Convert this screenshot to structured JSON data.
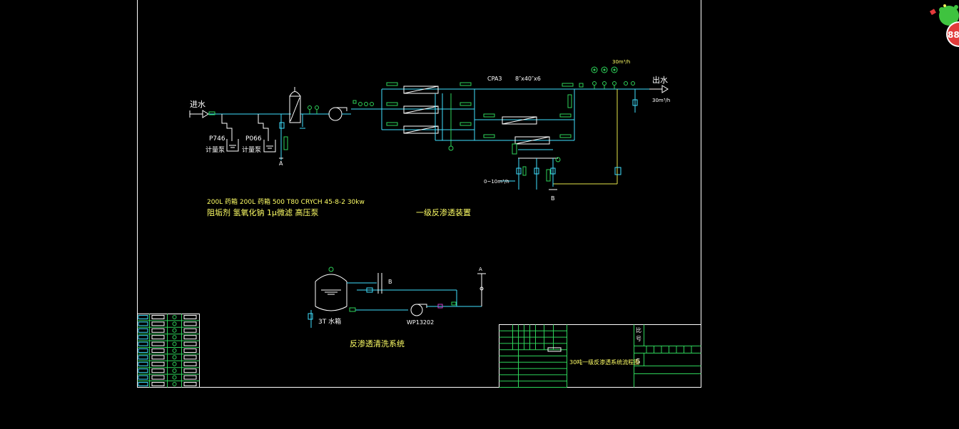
{
  "labels": {
    "inlet": "进水",
    "outlet": "出水",
    "outlet_flow": "30m³/h",
    "top_flow": "30m³/h",
    "cpa": "CPA3",
    "vessel_spec": "8″x40″x6",
    "p746": "P746",
    "p066": "P066",
    "dosing_pump_1": "计量泵",
    "dosing_pump_2": "计量泵",
    "point_a": "A",
    "point_b": "B",
    "conc_flow": "0~10m³/h",
    "spec_line": "200L 药箱   200L 药箱    500 T80      CRYCH 45-8-2 30kw",
    "name_line": "阻垢剂  氢氧化钠  1μ微滤   高压泵",
    "system_title": "一级反渗透装置",
    "tank_label": "3T 水箱",
    "pump_model": "WP13202",
    "clean_b": "B",
    "clean_a": "A",
    "cleaning_title": "反渗透清洗系统",
    "tb_title": "30吨一级反渗透系统流程图",
    "tb_code": "S",
    "tb_side_1": "比",
    "tb_side_2": "号"
  },
  "badge": {
    "count": "88",
    "color": "#e23b3b",
    "mascot_color": "#3fc33f"
  },
  "colors": {
    "cyan": "#40e0ff",
    "green": "#2ed35a",
    "white": "#ffffff",
    "yellow": "#ffff66",
    "magenta": "#d040d0"
  }
}
